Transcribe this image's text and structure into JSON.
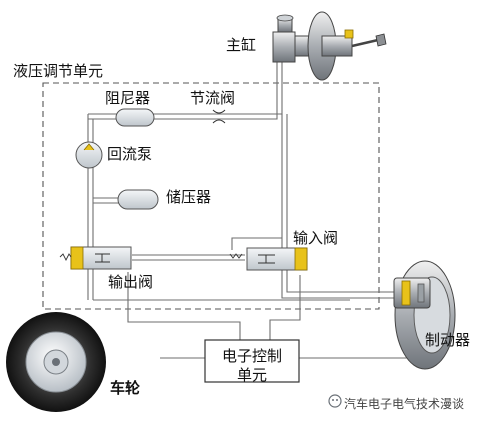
{
  "labels": {
    "master_cylinder": "主缸",
    "hydraulic_unit": "液压调节单元",
    "damper": "阻尼器",
    "throttle_valve": "节流阀",
    "return_pump": "回流泵",
    "accumulator": "储压器",
    "inlet_valve": "输入阀",
    "outlet_valve": "输出阀",
    "brake": "制动器",
    "ecu_line1": "电子控制",
    "ecu_line2": "单元",
    "wheel": "车轮"
  },
  "watermark": {
    "text": "汽车电子电气技术漫谈"
  },
  "colors": {
    "pipe": "#6e6e6e",
    "component_fill": "#dfe3e6",
    "highlight": "#e8c21a",
    "dashed_border": "#555555"
  }
}
